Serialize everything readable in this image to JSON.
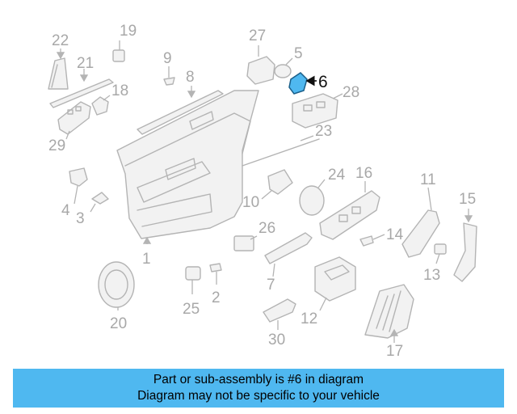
{
  "diagram": {
    "callouts": [
      "1",
      "2",
      "3",
      "4",
      "5",
      "6",
      "7",
      "8",
      "9",
      "10",
      "11",
      "12",
      "13",
      "14",
      "15",
      "16",
      "17",
      "18",
      "19",
      "20",
      "21",
      "22",
      "23",
      "24",
      "25",
      "26",
      "27",
      "28",
      "29",
      "30"
    ],
    "highlighted_callout": "6",
    "highlight_color": "#4fb8f0"
  },
  "banner": {
    "line1": "Part or sub-assembly is #6 in diagram",
    "line2": "Diagram may not be specific to your vehicle",
    "background": "#4fb8f0"
  }
}
